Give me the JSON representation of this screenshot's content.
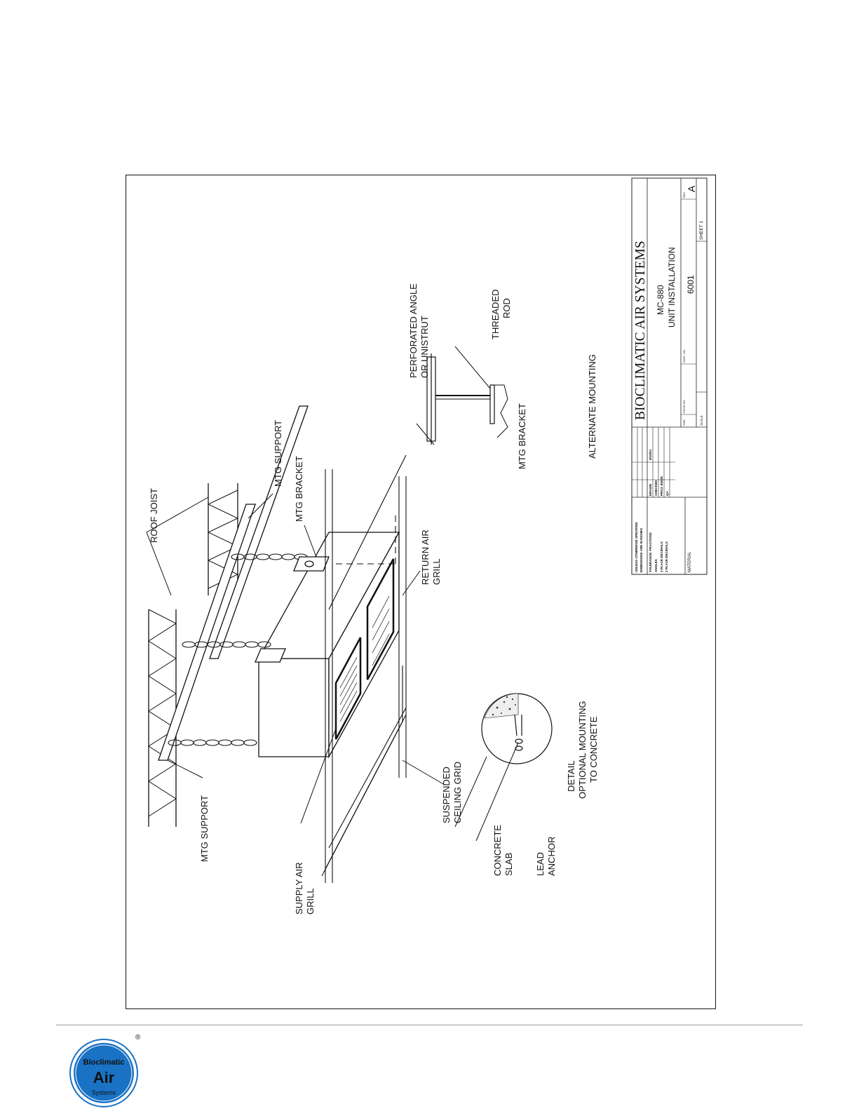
{
  "drawing": {
    "labels": {
      "roof_joist": "ROOF JOIST",
      "mtg_support_top": "MTG SUPPORT",
      "mtg_bracket": "MTG BRACKET",
      "return_air_1": "RETURN AIR",
      "return_air_2": "GRILL",
      "mtg_support_left": "MTG SUPPORT",
      "supply_air_1": "SUPPLY AIR",
      "supply_air_2": "GRILL",
      "suspended_1": "SUSPENDED",
      "suspended_2": "CEILING GRID",
      "concrete_1": "CONCRETE",
      "concrete_2": "SLAB",
      "lead_1": "LEAD",
      "lead_2": "ANCHOR",
      "detail_1": "DETAIL",
      "detail_2": "OPTIONAL MOUNTING",
      "detail_3": "TO CONCRETE",
      "perforated_1": "PERFORATED ANGLE",
      "perforated_2": "OR UNISTRUT",
      "threaded_1": "THREADED",
      "threaded_2": "ROD",
      "alt_bracket": "MTG BRACKET",
      "alternate_mounting": "ALTERNATE MOUNTING"
    }
  },
  "title_block": {
    "company": "BIOCLIMATIC AIR SYSTEMS",
    "model": "MC-880",
    "description": "UNIT INSTALLATION",
    "dwg_no": "6001",
    "rev": "A",
    "sheet": "SHEET 1",
    "drawn_date": "8/10/04",
    "size_label": "SIZE",
    "fscm_label": "FSCM NO.",
    "dwg_label": "DWG. NO.",
    "rev_label": "REV.",
    "scale_label": "SCALE",
    "spec_lines": [
      "UNLESS OTHERWISE SPECIFIED",
      "DIMENSIONS ARE IN INCHES",
      "TOLERANCE: FRACTIONS",
      "ANGLES",
      "3 PLACE DECIMALS",
      "2 PLACE DECIMALS"
    ],
    "material_label": "MATERIAL",
    "sign_labels": [
      "DRAWN",
      "CHECKED",
      "PROJ. ENGR.",
      "QA"
    ]
  },
  "logo": {
    "line1": "Bioclimatic",
    "line2": "Air",
    "line3": "Systems",
    "registered": "®",
    "color": "#1a72c4"
  }
}
